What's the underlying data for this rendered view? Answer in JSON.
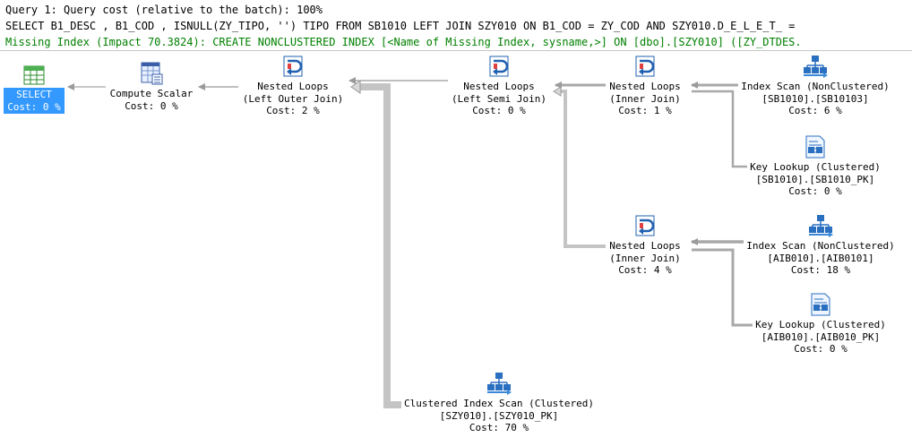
{
  "header": {
    "query_line": "Query 1: Query cost (relative to the batch): 100%",
    "sql_line": "SELECT B1_DESC , B1_COD , ISNULL(ZY_TIPO, '') TIPO FROM SB1010 LEFT JOIN SZY010 ON B1_COD = ZY_COD AND SZY010.D_E_L_E_T_ =",
    "missing_index_line": "Missing Index (Impact 70.3824): CREATE NONCLUSTERED INDEX [<Name of Missing Index, sysname,>] ON [dbo].[SZY010] ([ZY_DTDES."
  },
  "colors": {
    "missing_index_text": "#008000",
    "selected_node_bg": "#3399ff",
    "selected_node_text": "#ffffff",
    "arrow": "#a0a0a0"
  },
  "plan": {
    "select": {
      "icon": "result-select-icon",
      "name": "SELECT",
      "cost": "Cost: 0 %"
    },
    "compute_scalar": {
      "icon": "compute-scalar-icon",
      "name": "Compute Scalar",
      "cost": "Cost: 0 %"
    },
    "nested_loops_outer": {
      "icon": "nested-loops-icon",
      "name": "Nested Loops",
      "detail": "(Left Outer Join)",
      "cost": "Cost: 2 %"
    },
    "nested_loops_semi": {
      "icon": "nested-loops-icon",
      "name": "Nested Loops",
      "detail": "(Left Semi Join)",
      "cost": "Cost: 0 %"
    },
    "nested_loops_inner1": {
      "icon": "nested-loops-icon",
      "name": "Nested Loops",
      "detail": "(Inner Join)",
      "cost": "Cost: 1 %"
    },
    "index_scan_sb1010": {
      "icon": "index-scan-icon",
      "name": "Index Scan (NonClustered)",
      "detail": "[SB1010].[SB10103]",
      "cost": "Cost: 6 %"
    },
    "key_lookup_sb1010": {
      "icon": "key-lookup-icon",
      "name": "Key Lookup (Clustered)",
      "detail": "[SB1010].[SB1010_PK]",
      "cost": "Cost: 0 %"
    },
    "nested_loops_inner2": {
      "icon": "nested-loops-icon",
      "name": "Nested Loops",
      "detail": "(Inner Join)",
      "cost": "Cost: 4 %"
    },
    "index_scan_aib010": {
      "icon": "index-scan-icon",
      "name": "Index Scan (NonClustered)",
      "detail": "[AIB010].[AIB0101]",
      "cost": "Cost: 18 %"
    },
    "key_lookup_aib010": {
      "icon": "key-lookup-icon",
      "name": "Key Lookup (Clustered)",
      "detail": "[AIB010].[AIB010_PK]",
      "cost": "Cost: 0 %"
    },
    "clustered_scan_szy010": {
      "icon": "clustered-index-scan-icon",
      "name": "Clustered Index Scan (Clustered)",
      "detail": "[SZY010].[SZY010_PK]",
      "cost": "Cost: 70 %"
    }
  }
}
